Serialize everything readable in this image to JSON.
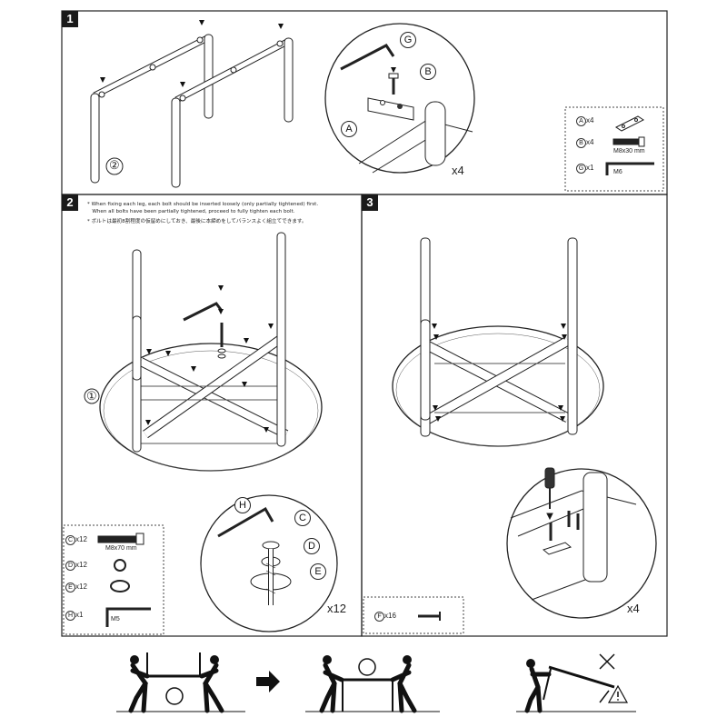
{
  "steps": [
    {
      "number": "1"
    },
    {
      "number": "2"
    },
    {
      "number": "3"
    }
  ],
  "step2_notes": [
    "* When fixing each leg, each bolt should be inserted loosely (only partially tightened) first.",
    "   When all bolts have been partially tightened, proceed to fully tighten each bolt.",
    "* ボルトは最初8割程度の仮留めにしておき、最後に本締めをしてバランスよく組立てできます。"
  ],
  "part_labels": {
    "step1_leg_part": "②",
    "step1_zoom_A": "A",
    "step1_zoom_B": "B",
    "step1_zoom_G": "G",
    "step2_top_part": "①",
    "step2_zoom_H": "H",
    "step2_zoom_C": "C",
    "step2_zoom_D": "D",
    "step2_zoom_E": "E"
  },
  "quantities": {
    "step1_zoom": "x4",
    "step2_zoom": "x12",
    "step3_zoom": "x4"
  },
  "parts_step1": [
    {
      "letter": "A",
      "qty": "x4",
      "spec": ""
    },
    {
      "letter": "B",
      "qty": "x4",
      "spec": "M8x30 mm"
    },
    {
      "letter": "G",
      "qty": "x1",
      "spec": "M6"
    }
  ],
  "parts_step2": [
    {
      "letter": "C",
      "qty": "x12",
      "spec": "M8x70 mm"
    },
    {
      "letter": "D",
      "qty": "x12",
      "spec": ""
    },
    {
      "letter": "E",
      "qty": "x12",
      "spec": ""
    },
    {
      "letter": "H",
      "qty": "x1",
      "spec": "M5"
    }
  ],
  "parts_step3": [
    {
      "letter": "F",
      "qty": "x16",
      "spec": ""
    }
  ],
  "icons": {
    "arrow": "right-arrow-icon",
    "warning": "warning-triangle-icon",
    "no": "cross-mark-icon"
  }
}
